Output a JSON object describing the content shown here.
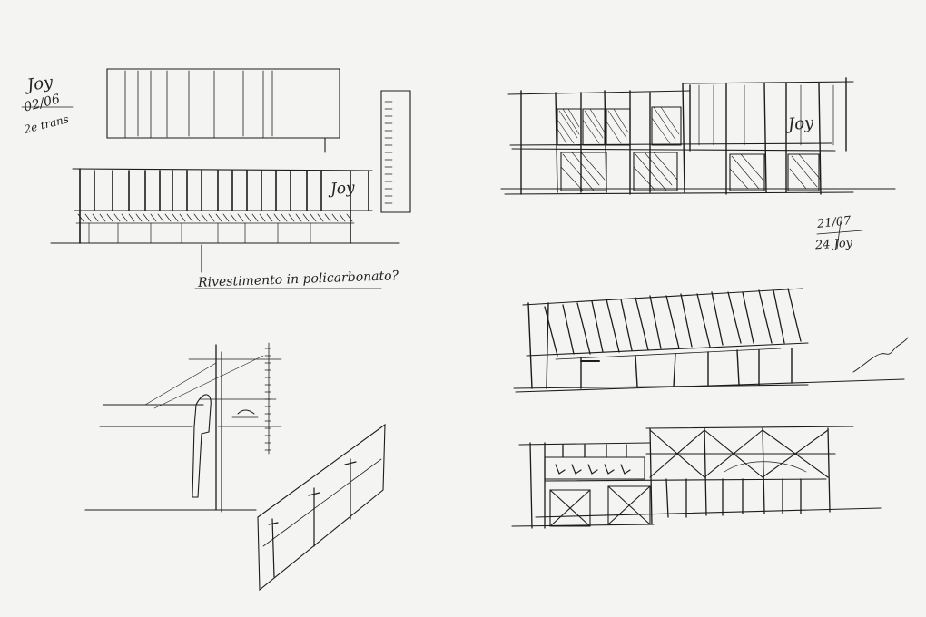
{
  "sheet": {
    "background": "#f4f4f2",
    "ink": "#1c1c1c",
    "notes": {
      "date_top_left_1": "Joy",
      "date_top_left_2": "02/06",
      "date_top_left_3": "2e trans",
      "signature_elevation_1": "Joy",
      "caption_elevation_1": "Rivestimento in policarbonato?",
      "signature_elevation_2": "Joy",
      "date_right_1": "21/07",
      "date_right_2": "24 Joy"
    }
  }
}
